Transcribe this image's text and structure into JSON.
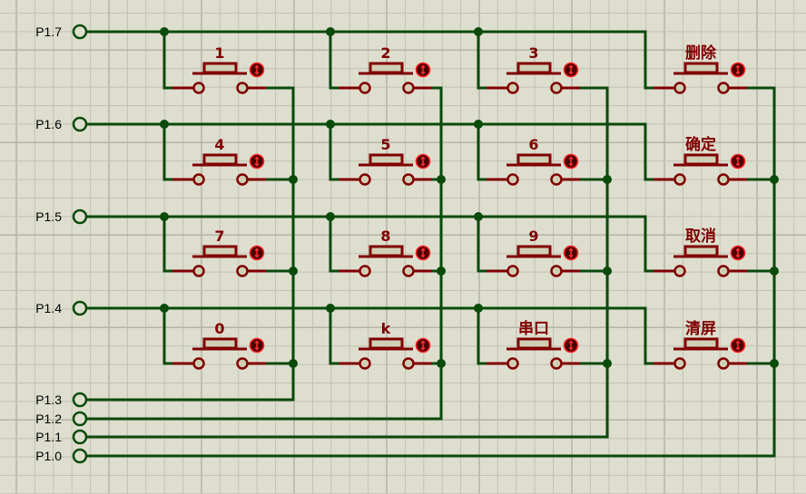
{
  "title": "4x4 matrix keypad schematic",
  "colors": {
    "background": "#dedecf",
    "wire": "#0a4a0a",
    "component": "#800000",
    "indicator_fill": "#4a0000",
    "indicator_outline": "#ff2020"
  },
  "row_ports": [
    {
      "label": "P1.7",
      "role": "row",
      "row": 0
    },
    {
      "label": "P1.6",
      "role": "row",
      "row": 1
    },
    {
      "label": "P1.5",
      "role": "row",
      "row": 2
    },
    {
      "label": "P1.4",
      "role": "row",
      "row": 3
    }
  ],
  "col_ports": [
    {
      "label": "P1.3",
      "role": "column",
      "col": 0
    },
    {
      "label": "P1.2",
      "role": "column",
      "col": 1
    },
    {
      "label": "P1.1",
      "role": "column",
      "col": 2
    },
    {
      "label": "P1.0",
      "role": "column",
      "col": 3
    }
  ],
  "buttons": [
    [
      "1",
      "2",
      "3",
      "删除"
    ],
    [
      "4",
      "5",
      "6",
      "确定"
    ],
    [
      "7",
      "8",
      "9",
      "取消"
    ],
    [
      "0",
      "k",
      "串口",
      "清屏"
    ]
  ],
  "indicator_icon": "up-down-arrow-icon"
}
